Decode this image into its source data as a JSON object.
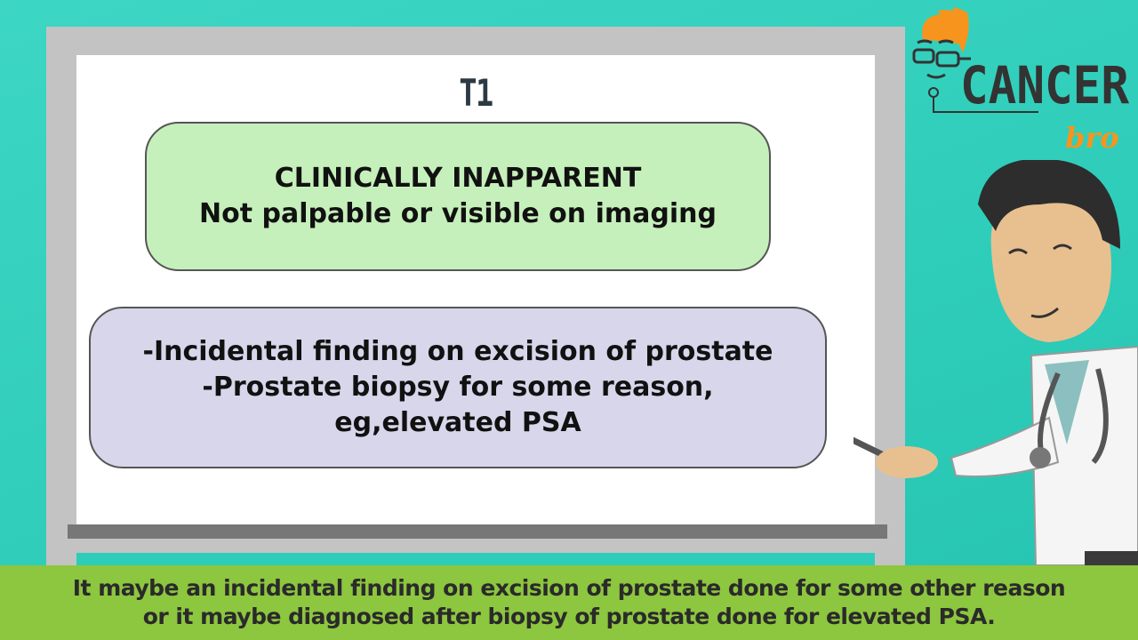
{
  "board": {
    "title": "T1",
    "box1": {
      "line1": "CLINICALLY INAPPARENT",
      "line2": "Not palpable or visible on imaging"
    },
    "box2": {
      "line1": "-Incidental finding on excision of prostate",
      "line2": "-Prostate biopsy for some reason,",
      "line3": "eg,elevated PSA"
    }
  },
  "logo": {
    "word": "CANCER",
    "sub": "bro"
  },
  "caption": {
    "line1": "It maybe an incidental finding on excision of prostate done for some other reason",
    "line2": "or it maybe diagnosed after biopsy of prostate done for elevated PSA."
  },
  "colors": {
    "background": "#2ecdb9",
    "caption_bg": "#8dc63f",
    "box1_bg": "#c6f0bb",
    "box2_bg": "#d8d6eb",
    "logo_orange": "#f7941d"
  }
}
